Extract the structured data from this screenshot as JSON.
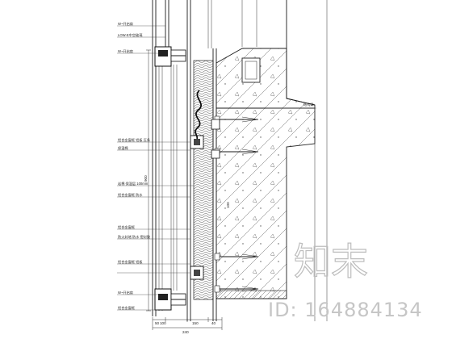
{
  "drawing": {
    "top_left_callouts": [
      "W~开启扇",
      "LOW-E中空玻璃",
      "W~开启扇"
    ],
    "left_callouts": [
      "铝合金窗框 铝板 压条",
      "保温棉",
      "岩棉 保温层 100mm",
      "铝合金窗框 防水",
      "铝合金窗框",
      "防火封堵 防水 密封胶",
      "铝合金窗框 铝板",
      "W~开启扇",
      "铝合金窗框"
    ],
    "right_callouts": [
      "结构梁",
      "100"
    ],
    "vertical_dimension": "900",
    "bottom_dimensions": [
      "50",
      "100",
      "150",
      "40",
      "240"
    ]
  },
  "watermark": {
    "brand": "知末",
    "id_label": "ID: 164884134"
  }
}
